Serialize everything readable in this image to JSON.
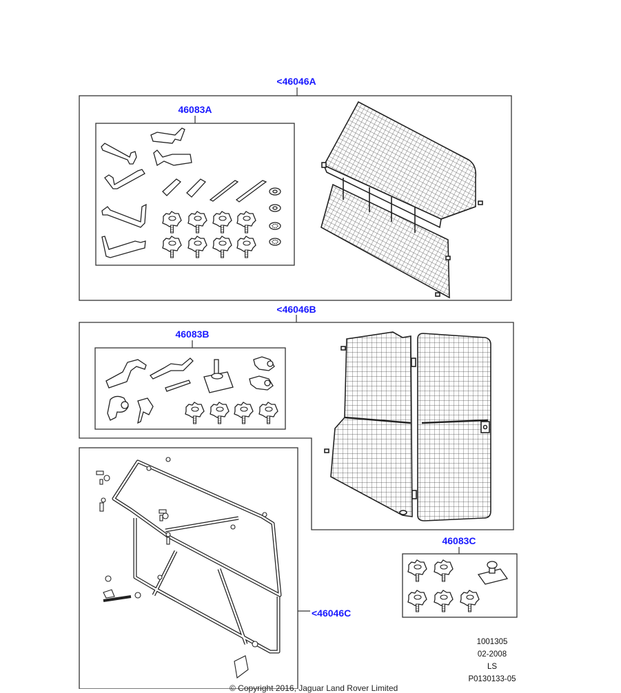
{
  "diagram": {
    "callouts": {
      "assembly_a": "<46046A",
      "kit_a": "46083A",
      "assembly_b": "<46046B",
      "kit_b": "46083B",
      "assembly_c": "<46046C",
      "kit_c": "46083C"
    },
    "footer": {
      "drawing_number": "1001305",
      "date": "02-2008",
      "code": "LS",
      "part_reference": "P0130133-05",
      "copyright": "© Copyright 2016, Jaguar Land Rover Limited"
    },
    "colors": {
      "callout": "#1a1aff",
      "line": "#333333"
    }
  }
}
